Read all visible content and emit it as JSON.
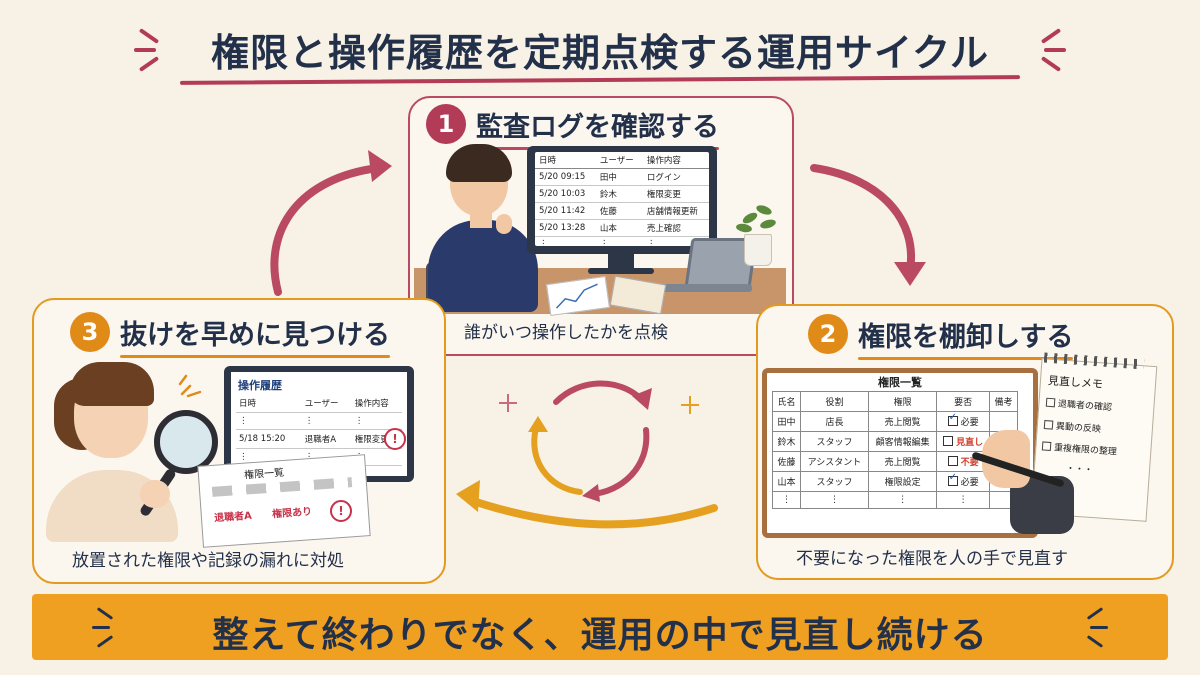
{
  "title": "権限と操作履歴を定期点検する運用サイクル",
  "steps": [
    {
      "number": "1",
      "title": "監査ログを確認する",
      "caption": "誰がいつ操作したかを点検"
    },
    {
      "number": "2",
      "title": "権限を棚卸しする",
      "caption": "不要になった権限を人の手で見直す"
    },
    {
      "number": "3",
      "title": "抜けを早めに見つける",
      "caption": "放置された権限や記録の漏れに対処"
    }
  ],
  "log_table": {
    "headers": [
      "日時",
      "ユーザー",
      "操作内容"
    ],
    "rows": [
      [
        "5/20 09:15",
        "田中",
        "ログイン"
      ],
      [
        "5/20 10:03",
        "鈴木",
        "権限変更"
      ],
      [
        "5/20 11:42",
        "佐藤",
        "店舗情報更新"
      ],
      [
        "5/20 13:28",
        "山本",
        "売上確認"
      ],
      [
        "⋮",
        "⋮",
        "⋮"
      ]
    ]
  },
  "permission_table": {
    "title": "権限一覧",
    "headers": [
      "氏名",
      "役割",
      "権限",
      "要否",
      "備考"
    ],
    "rows": [
      {
        "name": "田中",
        "role": "店長",
        "perm": "売上閲覧",
        "need": "必要",
        "checked": true,
        "flag": false
      },
      {
        "name": "鈴木",
        "role": "スタッフ",
        "perm": "顧客情報編集",
        "need": "見直し",
        "checked": false,
        "flag": true
      },
      {
        "name": "佐藤",
        "role": "アシスタント",
        "perm": "売上閲覧",
        "need": "不要",
        "checked": false,
        "flag": true
      },
      {
        "name": "山本",
        "role": "スタッフ",
        "perm": "権限設定",
        "need": "必要",
        "checked": true,
        "flag": false
      },
      {
        "name": "⋮",
        "role": "⋮",
        "perm": "⋮",
        "need": "⋮",
        "checked": false,
        "flag": false
      }
    ]
  },
  "memo": {
    "title": "見直しメモ",
    "items": [
      "退職者の確認",
      "異動の反映",
      "重複権限の整理",
      "・・・"
    ]
  },
  "history_table": {
    "title": "操作履歴",
    "headers": [
      "日時",
      "ユーザー",
      "操作内容"
    ],
    "rows": [
      [
        "⋮",
        "⋮",
        "⋮"
      ],
      [
        "5/18 15:20",
        "退職者A",
        "権限変更"
      ],
      [
        "⋮",
        "⋮",
        "⋮"
      ]
    ],
    "alert": "!"
  },
  "perm_sheet": {
    "title": "権限一覧",
    "retiree": "退職者A",
    "perm_status": "権限あり",
    "alert": "!"
  },
  "banner": "整えて終わりでなく、運用の中で見直し続ける",
  "colors": {
    "red": "#b23b57",
    "orange": "#e08b18",
    "navy": "#22304a",
    "banner": "#f0a020"
  }
}
